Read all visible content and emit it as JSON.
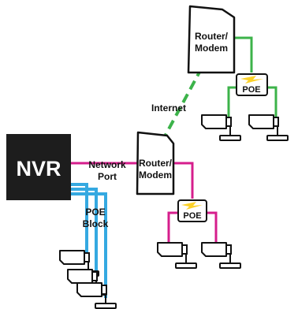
{
  "colors": {
    "internet": "#3cb34a",
    "network": "#d61e8c",
    "poe_block": "#35a9e1",
    "poe_badge": "#fcd22a",
    "nvr": "#1d1d1d",
    "device": "#ffffff"
  },
  "nvr": {
    "label": "NVR"
  },
  "network_port": {
    "line1": "Network",
    "line2": "Port"
  },
  "internet": {
    "label": "Internet"
  },
  "routers": [
    {
      "line1": "Router/",
      "line2": "Modem"
    },
    {
      "line1": "Router/",
      "line2": "Modem"
    }
  ],
  "poe_switches": [
    {
      "label": "POE"
    },
    {
      "label": "POE"
    }
  ],
  "poe_block": {
    "line1": "POE",
    "line2": "Block"
  },
  "icons": [
    "nvr-icon",
    "router-icon",
    "poe-switch-icon",
    "security-camera-icon",
    "lightning-icon"
  ]
}
